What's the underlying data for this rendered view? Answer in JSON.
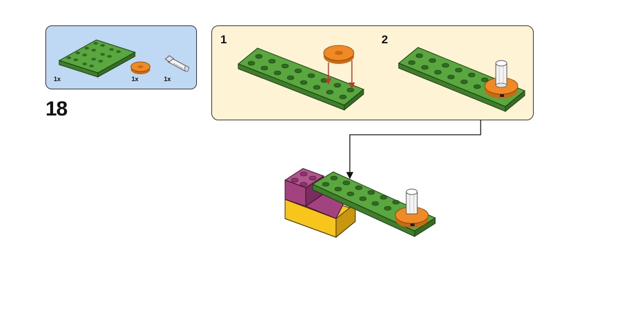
{
  "step": {
    "number": "18"
  },
  "parts": [
    {
      "name": "green-plate-2x8",
      "qty": "1x"
    },
    {
      "name": "orange-round-tile",
      "qty": "1x"
    },
    {
      "name": "axle-pin",
      "qty": "1x"
    }
  ],
  "substeps": [
    {
      "number": "1"
    },
    {
      "number": "2"
    }
  ],
  "colors": {
    "parts_bg": "#bfd8f4",
    "substep_bg": "#fff3d6",
    "green": "#4f9a3a",
    "orange": "#f08a24",
    "purple": "#a2427e",
    "yellow": "#f7c51c",
    "arrow": "#c0392b"
  }
}
